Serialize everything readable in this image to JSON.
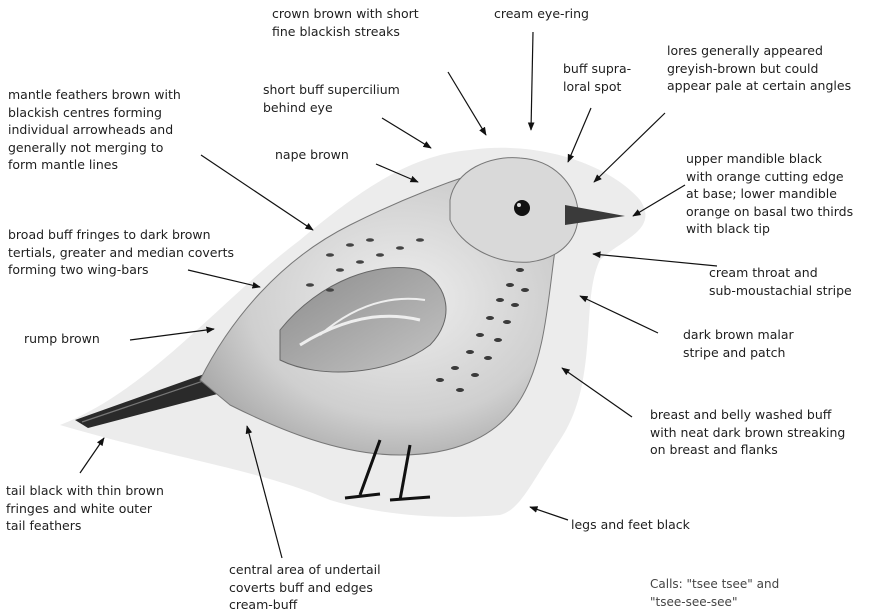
{
  "labels": {
    "crown": "crown brown with short\nfine blackish streaks",
    "eye_ring": "cream eye-ring",
    "supraloral": "buff supra-\nloral spot",
    "lores": "lores generally appeared\ngreyish-brown but could\nappear pale at certain angles",
    "mantle": "mantle feathers brown with\nblackish centres forming\nindividual arrowheads and\ngenerally not merging to\nform mantle lines",
    "supercilium": "short buff supercilium\nbehind eye",
    "nape": "nape brown",
    "mandible": "upper mandible black\nwith orange cutting edge\nat base; lower mandible\norange on basal two thirds\nwith black tip",
    "tertials": "broad buff fringes to dark brown\ntertials, greater and median coverts\nforming two wing-bars",
    "throat": "cream throat and\nsub-moustachial stripe",
    "rump": "rump brown",
    "malar": "dark brown malar\nstripe and patch",
    "breast": "breast and belly washed buff\nwith neat dark brown streaking\non breast and flanks",
    "tail": "tail black with thin brown\nfringes and white outer\ntail feathers",
    "legs": "legs and feet black",
    "undertail": "central area of undertail\ncoverts buff and edges\ncream-buff",
    "calls": "Calls:  \"tsee tsee\" and\n\"tsee-see-see\""
  },
  "colors": {
    "halo": "#ececec",
    "body": "#cfcfcf",
    "streak": "#3a3a3a",
    "tail": "#2a2a2a",
    "arrow": "#111111"
  }
}
